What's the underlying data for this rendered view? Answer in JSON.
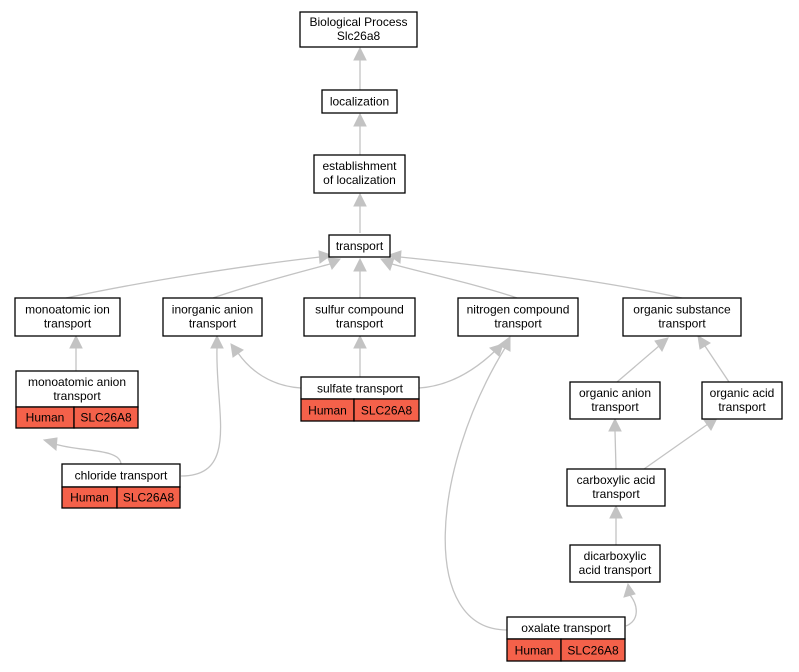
{
  "colors": {
    "annotation_fill": "#f4614a",
    "edge": "#c3c3c3",
    "node_border": "#000000"
  },
  "nodes": {
    "bp_root": {
      "line1": "Biological Process",
      "line2": "Slc26a8"
    },
    "localization": {
      "line1": "localization"
    },
    "establishment": {
      "line1": "establishment",
      "line2": "of localization"
    },
    "transport": {
      "line1": "transport"
    },
    "monoatomic_ion": {
      "line1": "monoatomic ion",
      "line2": "transport"
    },
    "inorganic_anion": {
      "line1": "inorganic anion",
      "line2": "transport"
    },
    "sulfur_compound": {
      "line1": "sulfur compound",
      "line2": "transport"
    },
    "nitrogen_compound": {
      "line1": "nitrogen compound",
      "line2": "transport"
    },
    "organic_substance": {
      "line1": "organic substance",
      "line2": "transport"
    },
    "monoatomic_anion": {
      "line1": "monoatomic anion",
      "line2": "transport",
      "species": "Human",
      "gene": "SLC26A8"
    },
    "sulfate": {
      "line1": "sulfate transport",
      "species": "Human",
      "gene": "SLC26A8"
    },
    "organic_anion": {
      "line1": "organic anion",
      "line2": "transport"
    },
    "organic_acid": {
      "line1": "organic acid",
      "line2": "transport"
    },
    "chloride": {
      "line1": "chloride transport",
      "species": "Human",
      "gene": "SLC26A8"
    },
    "carboxylic_acid": {
      "line1": "carboxylic acid",
      "line2": "transport"
    },
    "dicarboxylic_acid": {
      "line1": "dicarboxylic",
      "line2": "acid transport"
    },
    "oxalate": {
      "line1": "oxalate transport",
      "species": "Human",
      "gene": "SLC26A8"
    }
  }
}
